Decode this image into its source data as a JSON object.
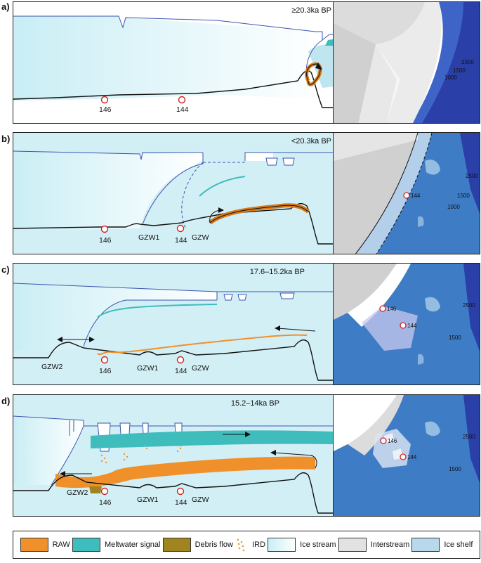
{
  "panels": [
    {
      "label": "a)",
      "title": "≥20.3ka BP"
    },
    {
      "label": "b)",
      "title": "<20.3ka BP"
    },
    {
      "label": "c)",
      "title": "17.6–15.2ka BP"
    },
    {
      "label": "d)",
      "title": "15.2–14ka BP"
    }
  ],
  "sites": {
    "s146": "146",
    "s144": "144"
  },
  "gzw": {
    "gzw": "GZW",
    "gzw1": "GZW1",
    "gzw2": "GZW2"
  },
  "bathy": {
    "b1000": "1000",
    "b1500": "1500",
    "b2000": "2000",
    "b2500": "2500"
  },
  "legend": [
    {
      "label": "RAW",
      "color": "#f0902a"
    },
    {
      "label": "Meltwater signal",
      "color": "#3fbcbc"
    },
    {
      "label": "Debris flow",
      "color": "#a08420"
    },
    {
      "label": "IRD",
      "color": "#e79a3a"
    },
    {
      "label": "Ice stream",
      "color": "#e6f5fa"
    },
    {
      "label": "Interstream",
      "color": "#e2e2e2"
    },
    {
      "label": "Ice shelf",
      "color": "#b8d8ec"
    }
  ]
}
